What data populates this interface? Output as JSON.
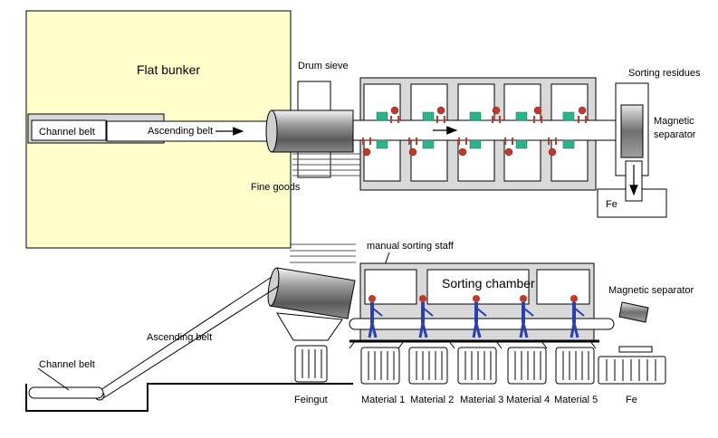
{
  "labels": {
    "flat_bunker": "Flat bunker",
    "drum_sieve": "Drum sieve",
    "sorting_residues": "Sorting residues",
    "channel_belt_top": "Channel belt",
    "ascending_belt_top": "Ascending belt",
    "magnetic_separator_top": "Magnetic separator",
    "fine_goods": "Fine goods",
    "fe_top": "Fe",
    "manual_sorting_staff": "manual sorting staff",
    "sorting_chamber": "Sorting chamber",
    "magnetic_separator_bottom": "Magnetic separator",
    "ascending_belt_bottom": "Ascending belt",
    "channel_belt_bottom": "Channel belt",
    "feingut": "Feingut",
    "materials": [
      "Material 1",
      "Material 2",
      "Material 3",
      "Material 4",
      "Material 5"
    ],
    "fe_bottom": "Fe"
  },
  "colors": {
    "bunker_fill": "#ffffcc",
    "machine_grey": "#d9d9d9",
    "station_green": "#2db38c",
    "staff_head": "#c0392b",
    "staff_body": "#2a3fb0"
  }
}
